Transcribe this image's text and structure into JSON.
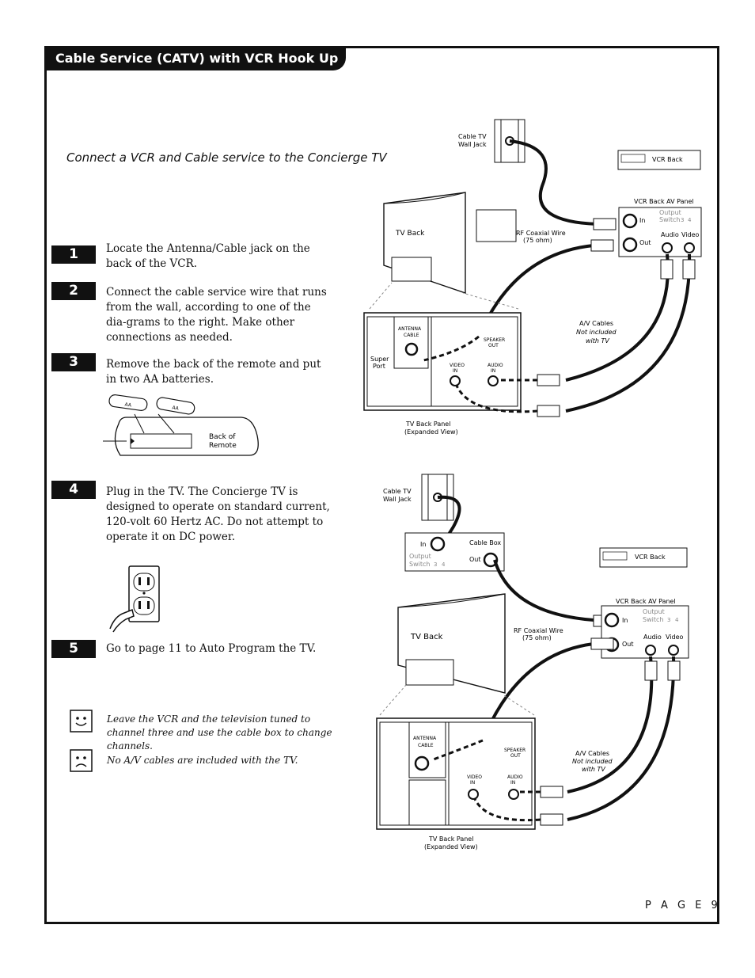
{
  "header": {
    "title": "Cable Service (CATV) with VCR Hook Up"
  },
  "subtitle": "Connect a VCR and Cable service to the Concierge TV",
  "steps": [
    {
      "number": "1",
      "text": "Locate the Antenna/Cable jack on the back of the VCR."
    },
    {
      "number": "2",
      "text": "Connect the cable service wire that runs from the wall, according to one of the dia-grams to the right. Make other connections as needed."
    },
    {
      "number": "3",
      "text": "Remove the back of the remote and put in two AA batteries."
    },
    {
      "number": "4",
      "text": "Plug in the TV. The Concierge TV is designed to operate on standard current, 120-volt 60 Hertz AC. Do not attempt to operate it on DC power."
    },
    {
      "number": "5",
      "text": "Go to page 11 to Auto Program the TV."
    }
  ],
  "remote": {
    "label_line1": "Back of",
    "label_line2": "Remote",
    "battery_label": "AA"
  },
  "notes": {
    "tip": "Leave the VCR and the television tuned to channel three and use the cable box to change channels.",
    "warning": "No A/V cables are included with the TV."
  },
  "diagram1": {
    "cable_wall_jack": [
      "Cable TV",
      "Wall Jack"
    ],
    "vcr_back": "VCR Back",
    "vcr_panel": "VCR Back AV Panel",
    "in": "In",
    "out": "Out",
    "output_switch": [
      "Output",
      "Switch",
      "3",
      "4"
    ],
    "audio": "Audio",
    "video": "Video",
    "rf_wire": [
      "RF Coaxial Wire",
      "(75 ohm)"
    ],
    "tv_back": "TV Back",
    "antenna_cable": [
      "ANTENNA",
      "CABLE"
    ],
    "speaker_out": [
      "SPEAKER",
      "OUT"
    ],
    "video_in": [
      "VIDEO",
      "IN"
    ],
    "audio_in": [
      "AUDIO",
      "IN"
    ],
    "super_port": [
      "Super",
      "Port"
    ],
    "av_cables": [
      "A/V Cables",
      "Not included",
      "with TV"
    ],
    "tv_back_panel": [
      "TV Back Panel",
      "(Expanded View)"
    ]
  },
  "diagram2": {
    "cable_wall_jack": [
      "Cable TV",
      "Wall Jack"
    ],
    "cable_box": "Cable Box",
    "in": "In",
    "out": "Out",
    "output_switch": [
      "Output",
      "Switch",
      "3",
      "4"
    ],
    "vcr_back": "VCR Back",
    "vcr_panel": "VCR Back AV Panel",
    "audio": "Audio",
    "video": "Video",
    "rf_wire": [
      "RF Coaxial Wire",
      "(75 ohm)"
    ],
    "tv_back": "TV Back",
    "antenna_cable": [
      "ANTENNA",
      "CABLE"
    ],
    "speaker_out": [
      "SPEAKER",
      "OUT"
    ],
    "video_in": [
      "VIDEO",
      "IN"
    ],
    "audio_in": [
      "AUDIO",
      "IN"
    ],
    "av_cables": [
      "A/V Cables",
      "Not included",
      "with TV"
    ],
    "tv_back_panel": [
      "TV Back Panel",
      "(Expanded View)"
    ]
  },
  "footer": {
    "page": "P A G E  9"
  }
}
